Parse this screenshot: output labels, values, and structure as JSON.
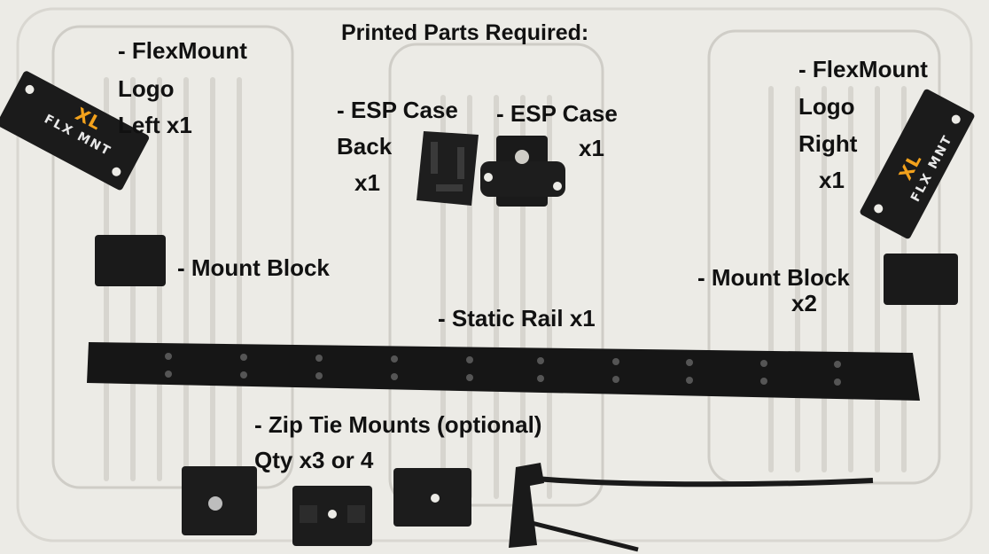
{
  "title": "Printed Parts Required:",
  "labels": {
    "logo_left_1": "- FlexMount",
    "logo_left_2": "Logo",
    "logo_left_3": "Left  x1",
    "esp_back_1": "- ESP Case",
    "esp_back_2": "Back",
    "esp_back_3": "x1",
    "esp_case_1": "- ESP Case",
    "esp_case_2": "x1",
    "logo_right_1": "- FlexMount",
    "logo_right_2": "Logo",
    "logo_right_3": "Right",
    "logo_right_4": "x1",
    "mount_block_left": "- Mount Block",
    "mount_block_right_1": "- Mount Block",
    "mount_block_right_2": "x2",
    "static_rail": "- Static Rail  x1",
    "zip_tie_1": "- Zip Tie Mounts (optional)",
    "zip_tie_2": "Qty x3 or 4"
  },
  "plate": {
    "brand_short": "XL",
    "brand_text": "FLX MNT"
  },
  "colors": {
    "background": "#ecebe6",
    "parts": "#1b1b1b",
    "accent": "#f3a21c"
  }
}
